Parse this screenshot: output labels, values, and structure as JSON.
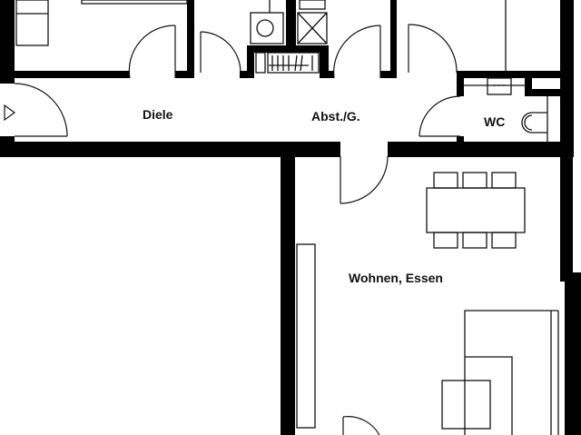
{
  "plan": {
    "colors": {
      "wall": "#000000",
      "line": "#111111",
      "background": "#ffffff"
    },
    "rooms": [
      {
        "id": "diele",
        "label": "Diele"
      },
      {
        "id": "abstellraum",
        "label": "Abst./G."
      },
      {
        "id": "wc",
        "label": "WC"
      },
      {
        "id": "wohnen-essen",
        "label": "Wohnen, Essen"
      }
    ],
    "entrance_marker": "entrance-arrow-icon"
  }
}
